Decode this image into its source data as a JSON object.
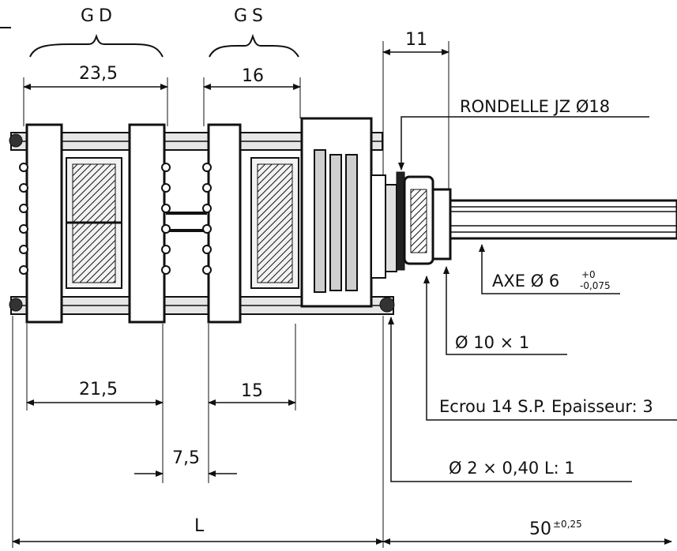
{
  "labels": {
    "gd": "GD",
    "gs": "GS",
    "dim_23_5": "23,5",
    "dim_16": "16",
    "dim_11": "11",
    "rondelle": "RONDELLE JZ Ø18",
    "axe": "AXE Ø 6",
    "axe_tol_upper": "+0",
    "axe_tol_lower": "-0,075",
    "washer": "Ø 10 × 1",
    "ecrou": "Ecrou 14 S.P. Epaisseur: 3",
    "dim_21_5": "21,5",
    "dim_15": "15",
    "dim_7_5": "7,5",
    "pin": "Ø 2 × 0,40 L: 1",
    "dim_L": "L",
    "dim_50": "50",
    "dim_50_tol": "±0,25"
  },
  "colors": {
    "ink": "#111111",
    "body": "#d9d9d9",
    "paper": "#ffffff"
  }
}
